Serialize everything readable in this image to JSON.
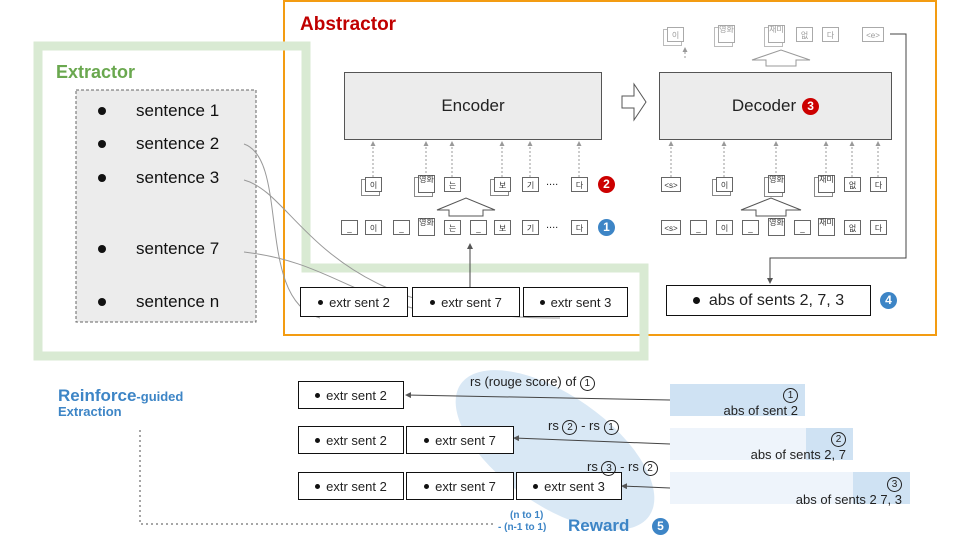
{
  "abstractor": {
    "title": "Abstractor"
  },
  "extractor": {
    "title": "Extractor",
    "sentences": [
      "sentence 1",
      "sentence 2",
      "sentence 3",
      "sentence 7",
      "sentence n"
    ]
  },
  "encoder": {
    "label": "Encoder"
  },
  "decoder": {
    "label": "Decoder"
  },
  "badges": {
    "one": "1",
    "two": "2",
    "three": "3",
    "four": "4",
    "five": "5"
  },
  "tokens": {
    "enc_embed": [
      "_",
      "이",
      "_",
      "영화",
      "는",
      "_",
      "보",
      "기",
      "....",
      "다"
    ],
    "enc_hidden": [
      "이",
      "영화",
      "는",
      "보",
      "기",
      "....",
      "다"
    ],
    "dec_embed": [
      "<s>",
      "_",
      "이",
      "_",
      "영화",
      "_",
      "재미",
      "없",
      "다"
    ],
    "dec_hidden": [
      "<s>",
      "이",
      "영화",
      "재미",
      "없",
      "다"
    ],
    "dec_output": [
      "이",
      "영화",
      "재미",
      "없",
      "다",
      "<e>"
    ]
  },
  "extracted": [
    "extr sent 2",
    "extr sent 7",
    "extr sent 3"
  ],
  "abstract_result": "abs of sents 2, 7, 3",
  "reinforce": {
    "title_main": "Reinforce",
    "title_suffix": "-guided",
    "title_line2": "Extraction",
    "rows": [
      {
        "items": [
          "extr sent 2"
        ],
        "label": "rs (rouge score) of",
        "label_circle": "1",
        "abs_circle": "1",
        "abs_text": "abs of sent 2"
      },
      {
        "items": [
          "extr sent 2",
          "extr sent 7"
        ],
        "label_pre": "rs",
        "label_c1": "2",
        "label_mid": "- rs",
        "label_c2": "1",
        "abs_circle": "2",
        "abs_text": "abs of sents 2, 7"
      },
      {
        "items": [
          "extr sent 2",
          "extr sent 7",
          "extr sent 3"
        ],
        "label_pre": "rs",
        "label_c1": "3",
        "label_mid": "- rs",
        "label_c2": "2",
        "abs_circle": "3",
        "abs_text": "abs of sents 2  7,  3"
      }
    ],
    "reward_label": "Reward",
    "reward_formula_1": "(n    to 1)",
    "reward_formula_2": "- (n-1 to 1)"
  },
  "colors": {
    "abstractor_border": "#f39c12",
    "extractor_border": "#d9ead3",
    "reinforce_blue": "#3d85c6",
    "abstractor_title": "#c00000",
    "extractor_title": "#6aa84f"
  }
}
